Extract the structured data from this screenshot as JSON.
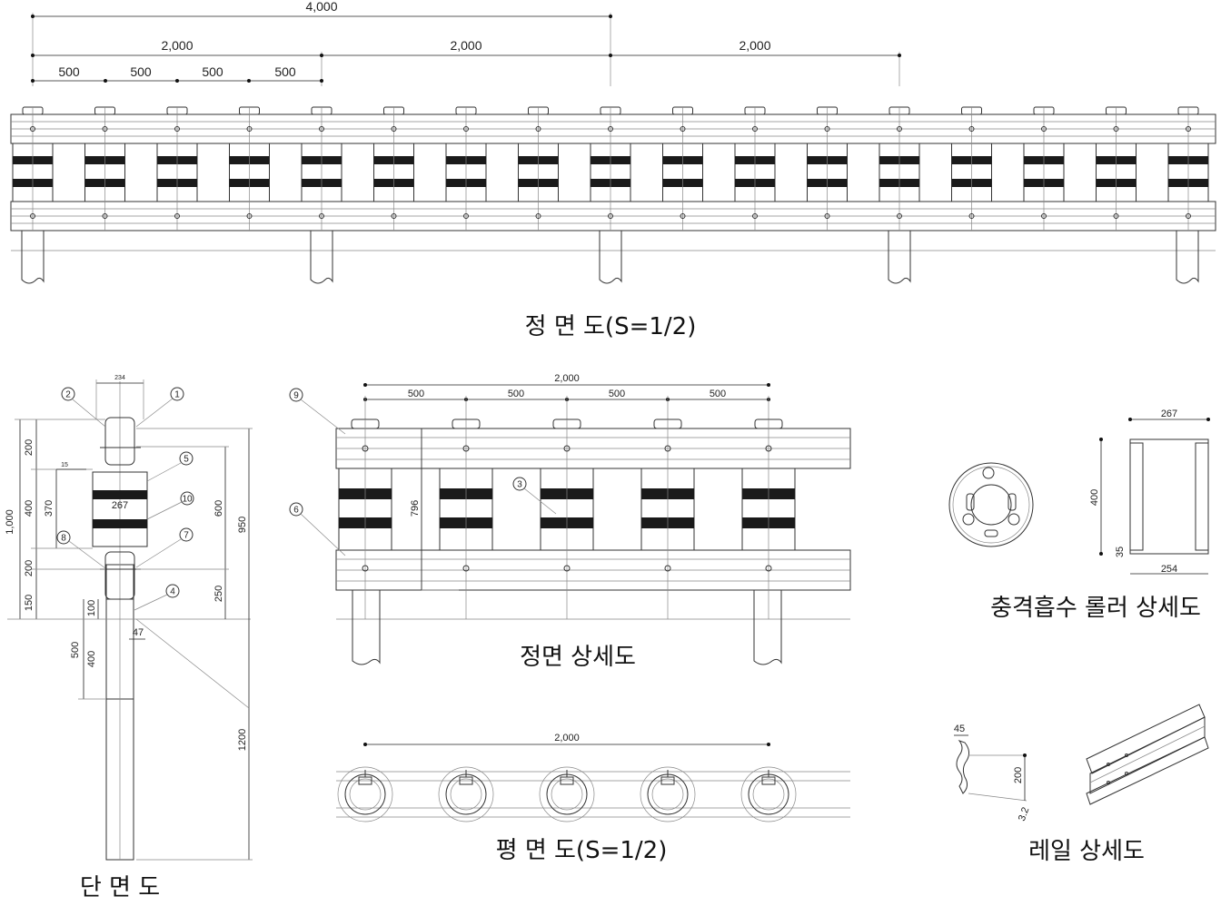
{
  "titles": {
    "front_view": "정 면 도(S=1/2)",
    "front_detail": "정면 상세도",
    "plan_view": "평 면 도(S=1/2)",
    "section_view": "단 면 도",
    "roller_detail": "충격흡수 롤러 상세도",
    "rail_detail": "레일 상세도"
  },
  "front_view_dims": {
    "total": "4,000",
    "halves": [
      "2,000",
      "2,000",
      "2,000"
    ],
    "quarters": [
      "500",
      "500",
      "500",
      "500"
    ]
  },
  "front_detail_dims": {
    "total": "2,000",
    "spacings": [
      "500",
      "500",
      "500",
      "500"
    ],
    "height": "796"
  },
  "plan_dims": {
    "total": "2,000"
  },
  "section_dims": {
    "top_width": "234",
    "roller_width": "267",
    "gap": "15",
    "left": [
      "1,000",
      "200",
      "400",
      "370",
      "200",
      "150",
      "100",
      "500",
      "400"
    ],
    "right": [
      "600",
      "950",
      "250",
      "1200"
    ],
    "post": "47"
  },
  "roller_dims": {
    "width": "267",
    "height": "400",
    "base": "254",
    "flange": "35"
  },
  "rail_dims": {
    "width": "45",
    "height": "200",
    "thickness": "3.2"
  },
  "callouts": [
    "1",
    "2",
    "3",
    "4",
    "5",
    "6",
    "7",
    "8",
    "9",
    "10"
  ]
}
